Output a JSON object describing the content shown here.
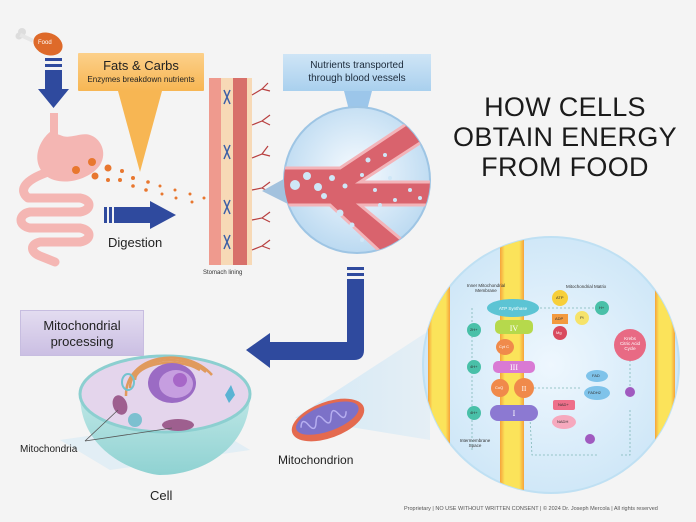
{
  "title": {
    "line1": "HOW CELLS",
    "line2": "OBTAIN ENERGY",
    "line3": "FROM FOOD"
  },
  "callouts": {
    "fats_carbs": {
      "heading": "Fats & Carbs",
      "subtext": "Enzymes breakdown nutrients"
    },
    "nutrients": {
      "line1": "Nutrients transported",
      "line2": "through blood vessels"
    },
    "mito_processing": {
      "line1": "Mitochondrial",
      "line2": "processing"
    }
  },
  "labels": {
    "food": "Food",
    "digestion": "Digestion",
    "stomach_lining": "Stomach lining",
    "mitochondria": "Mitochondria",
    "cell": "Cell",
    "mitochondrion": "Mitochondrion"
  },
  "etc_diagram": {
    "inner_membrane": "Inner Mitochondrial Membrane",
    "matrix": "Mitochondrial Matrix",
    "intermembrane": "Intermembrane Space",
    "atp_synthase": "ATP Synthase",
    "complexes": [
      "I",
      "II",
      "III",
      "IV"
    ],
    "cyt_c": "Cyt C",
    "coq": "CoQ",
    "atp": "ATP",
    "adp": "ADP",
    "pi": "Pi",
    "mg": "Mg",
    "h_plus": "H+",
    "two_h_plus": "2H+",
    "four_h_plus": "4H+",
    "fad": "FAD",
    "fadh2": "FADH2",
    "nad": "NAD+",
    "nadh": "NADH",
    "krebs": [
      "Krebs",
      "Citric Acid",
      "Cycle"
    ],
    "electron": "e-"
  },
  "footer": "Proprietary | NO USE WITHOUT WRITTEN CONSENT | © 2024 Dr. Joseph Mercola | All rights reserved",
  "colors": {
    "arrow_blue": "#2f4a9e",
    "orange": "#f5b150",
    "light_blue": "#b7d8f1",
    "purple_box": "#d6cdea",
    "vessel_red": "#d9636d",
    "pink_gut": "#f4b6b3"
  }
}
